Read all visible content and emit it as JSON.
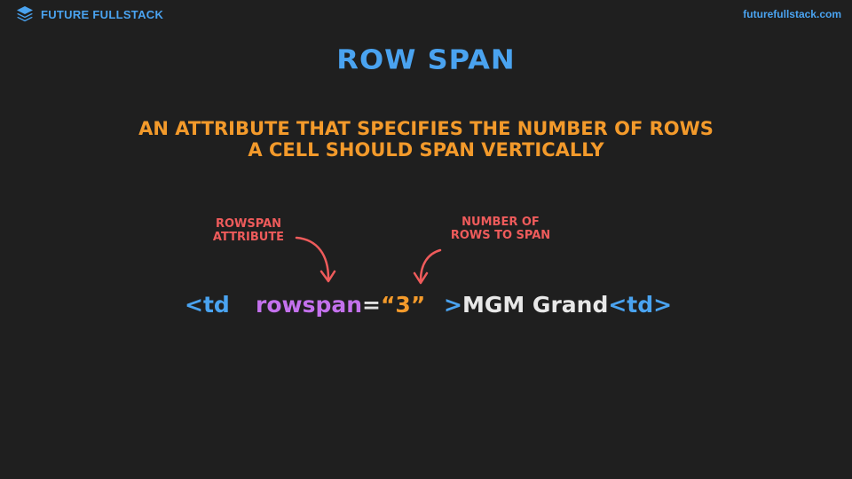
{
  "header": {
    "brand_name": "FUTURE FULLSTACK",
    "site_url": "futurefullstack.com",
    "logo_icon": "stacked-layers-icon"
  },
  "slide": {
    "title": "ROW SPAN",
    "definition_line1": "AN ATTRIBUTE THAT SPECIFIES THE NUMBER OF ROWS",
    "definition_line2": "A CELL SHOULD SPAN VERTICALLY"
  },
  "annotations": {
    "left_line1": "ROWSPAN",
    "left_line2": "ATTRIBUTE",
    "right_line1": "NUMBER OF",
    "right_line2": "ROWS TO SPAN"
  },
  "code": {
    "open_tag": "<td",
    "attribute": "rowspan",
    "equals": "=",
    "value": "“3”",
    "tag_close": ">",
    "cell_text": "MGM Grand",
    "end_tag": "<td>"
  },
  "colors": {
    "background": "#1f1f1f",
    "blue": "#4aa3f0",
    "orange": "#f39a2b",
    "red": "#ee5b5b",
    "purple": "#c471ed"
  }
}
